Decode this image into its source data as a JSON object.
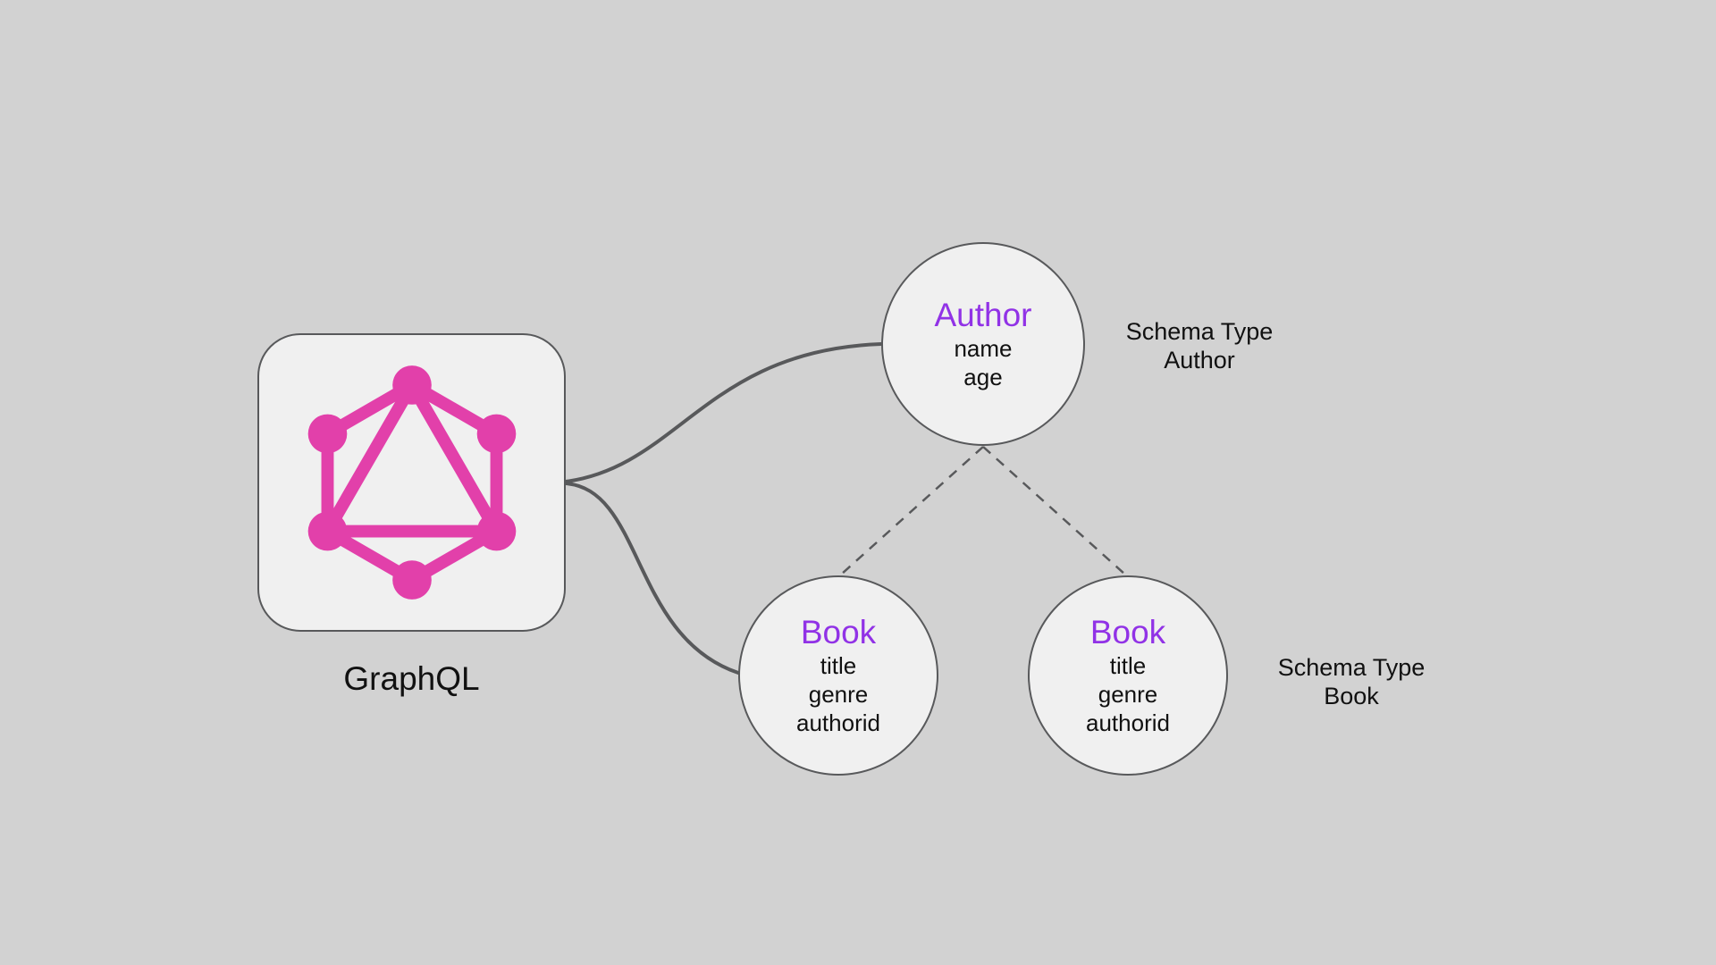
{
  "colors": {
    "background": "#d2d2d2",
    "node_fill": "#f0f0f0",
    "line": "#58595b",
    "pink": "#e240aa",
    "purple": "#9132e6",
    "text": "#111111"
  },
  "graphql": {
    "label": "GraphQL"
  },
  "nodes": {
    "author": {
      "title": "Author",
      "fields": [
        "name",
        "age"
      ]
    },
    "book_left": {
      "title": "Book",
      "fields": [
        "title",
        "genre",
        "authorid"
      ]
    },
    "book_right": {
      "title": "Book",
      "fields": [
        "title",
        "genre",
        "authorid"
      ]
    }
  },
  "annotations": {
    "author": {
      "line1": "Schema Type",
      "line2": "Author"
    },
    "book": {
      "line1": "Schema Type",
      "line2": "Book"
    }
  },
  "connections": [
    {
      "from": "graphql",
      "to": "author",
      "style": "solid-curve"
    },
    {
      "from": "graphql",
      "to": "book_left",
      "style": "solid-curve"
    },
    {
      "from": "author",
      "to": "book_left",
      "style": "dashed"
    },
    {
      "from": "author",
      "to": "book_right",
      "style": "dashed"
    }
  ]
}
